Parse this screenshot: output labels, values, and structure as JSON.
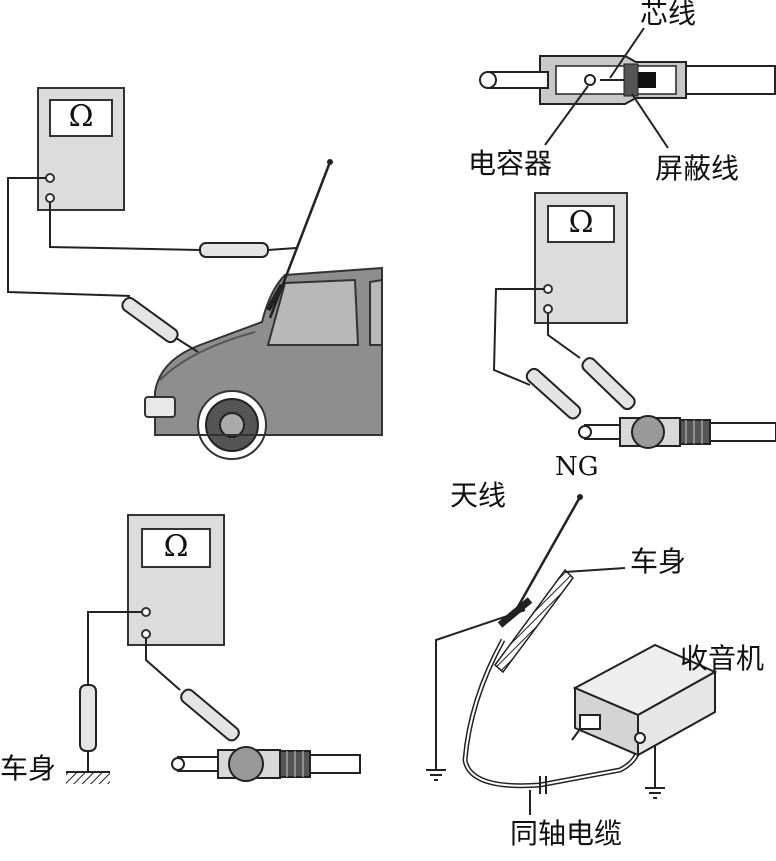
{
  "labels": {
    "core_wire": "芯线",
    "capacitor": "电容器",
    "shield_wire": "屏蔽线",
    "ng": "NG",
    "antenna": "天线",
    "car_body_right": "车身",
    "car_body_left": "车身",
    "radio": "收音机",
    "coax_cable": "同轴电缆"
  },
  "meters": {
    "symbol": "Ω"
  },
  "colors": {
    "meter_body": "#dcdcdc",
    "car_body": "#8e8e8e",
    "line": "#222222"
  }
}
